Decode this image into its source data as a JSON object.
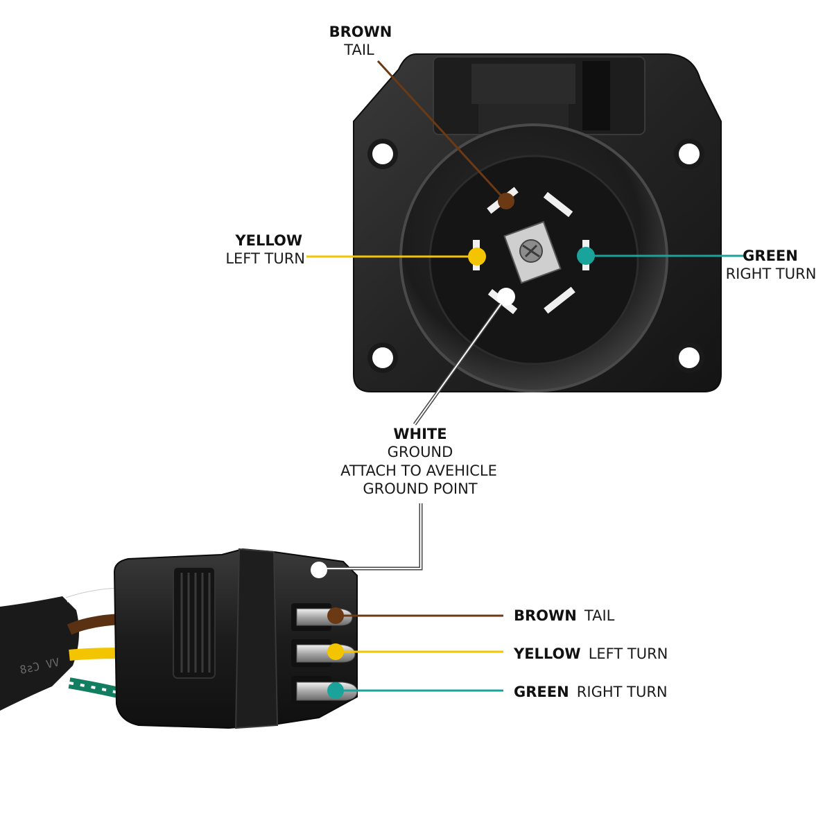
{
  "socket_labels": {
    "brown": {
      "color_word": "BROWN",
      "function": "TAIL"
    },
    "yellow": {
      "color_word": "YELLOW",
      "function": "LEFT TURN"
    },
    "green": {
      "color_word": "GREEN",
      "function": "RIGHT TURN"
    },
    "white": {
      "color_word": "WHITE",
      "line1": "GROUND",
      "line2": "ATTACH TO AVEHICLE",
      "line3": "GROUND POINT"
    }
  },
  "plug_labels": [
    {
      "color_word": "BROWN",
      "function": "TAIL"
    },
    {
      "color_word": "YELLOW",
      "function": "LEFT TURN"
    },
    {
      "color_word": "GREEN",
      "function": "RIGHT TURN"
    }
  ],
  "wire_colors": {
    "brown": "#6b3a14",
    "yellow": "#f2c500",
    "green": "#1aa39a",
    "white": "#ffffff"
  }
}
